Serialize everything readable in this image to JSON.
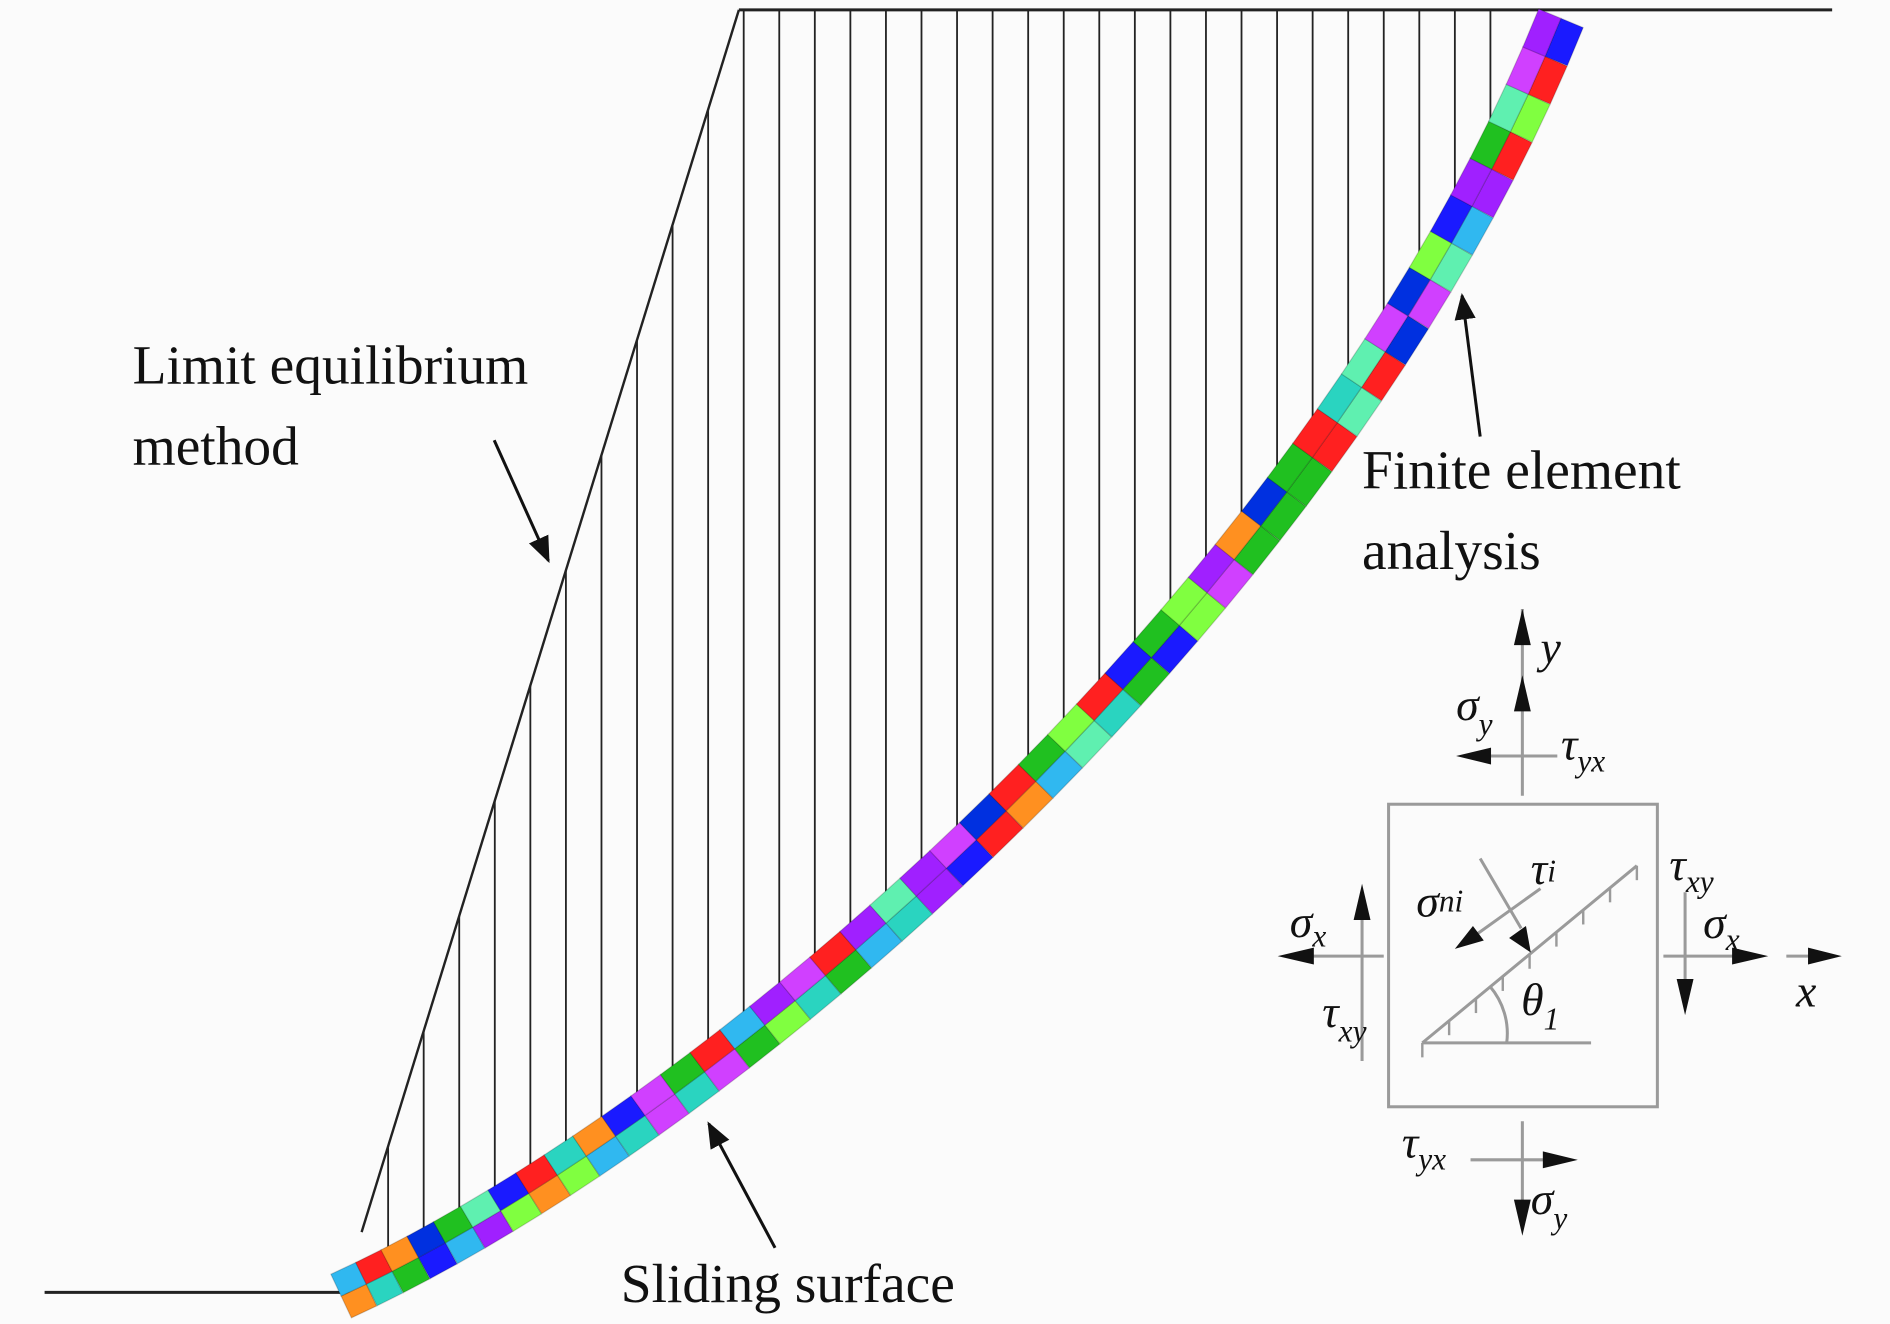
{
  "labels": {
    "lem_line1": "Limit equilibrium",
    "lem_line2": "method",
    "fea_line1": "Finite element",
    "fea_line2": "analysis",
    "sliding": "Sliding surface"
  },
  "stress_element": {
    "axis_x": "x",
    "axis_y": "y",
    "sigma": "σ",
    "tau": "τ",
    "theta": "θ",
    "sub_y": "y",
    "sub_x": "x",
    "sub_yx": "yx",
    "sub_xy": "xy",
    "sub_ni": "ni",
    "sub_i": "i",
    "sub_1": "1"
  },
  "colors": {
    "line": "#111111",
    "gray": "#9a9a9a",
    "block_palette": [
      "#1a1aff",
      "#2ad4c0",
      "#ff2020",
      "#a020ff",
      "#20c020",
      "#ff9020",
      "#30b8f0",
      "#80ff40",
      "#5ff0b0",
      "#0030e0",
      "#d040ff"
    ]
  }
}
